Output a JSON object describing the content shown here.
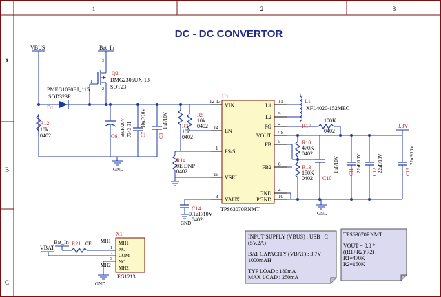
{
  "title": "DC - DC CONVERTOR",
  "border": {
    "columns": [
      "1",
      "2",
      "3"
    ],
    "rows": [
      "A",
      "B",
      "C"
    ]
  },
  "nets": {
    "vbus": "VBUS",
    "bat_in": "Bat_In",
    "bat_in2": "Bat_In",
    "vbat": "VBAT",
    "v33": "+3.3V"
  },
  "parts": {
    "q2": {
      "ref": "Q2",
      "value": "DMG2305UX-13",
      "pkg": "SOT23"
    },
    "d1": {
      "ref": "D1",
      "value": "PMEG1030EJ_115",
      "pkg": "SOD323F"
    },
    "r12": {
      "ref": "R12",
      "value": "10k",
      "pkg": "0402"
    },
    "c6": {
      "ref": "C6",
      "value": "68uF/20V",
      "pkg": "7343-31"
    },
    "c7": {
      "ref": "C7",
      "value": "10uF/10V"
    },
    "c8": {
      "ref": "C8",
      "value": "1uF/10V"
    },
    "r5": {
      "ref": "R5",
      "value": "10k",
      "pkg": "0402"
    },
    "r7": {
      "ref": "R7",
      "value": "10k",
      "pkg": "0402"
    },
    "r14": {
      "ref": "R14",
      "value": "0E DNP",
      "pkg": "0402"
    },
    "c14": {
      "ref": "C14",
      "value": "0.1uF/10V",
      "pkg": "0402"
    },
    "u1": {
      "ref": "U1",
      "value": "TPS63070RNMT"
    },
    "l1": {
      "ref": "L1",
      "value": "XFL4020-152MEC"
    },
    "r17": {
      "ref": "R17",
      "value": "100K",
      "pkg": "0402"
    },
    "r10": {
      "ref": "R10",
      "value": "470K",
      "pkg": "0402"
    },
    "r13": {
      "ref": "R13",
      "value": "150K",
      "pkg": "0402"
    },
    "c10": {
      "ref": "C10",
      "value": "1uF/10V"
    },
    "c11": {
      "ref": "C11",
      "value": "22uF/10V"
    },
    "c12": {
      "ref": "C12",
      "value": "22uF/10V"
    },
    "c13": {
      "ref": "C13",
      "value": "22uF/10V"
    },
    "r21": {
      "ref": "R21",
      "value": "0E"
    },
    "x1": {
      "ref": "X1",
      "value": "EG1213"
    }
  },
  "u1_pins": {
    "vin": "VIN",
    "en": "EN",
    "pss": "PS/S",
    "vsel": "VSEL",
    "vaux": "VAUX",
    "l1": "L1",
    "l2": "L2",
    "pg": "PG",
    "vout": "VOUT",
    "fb": "FB",
    "fb2": "FB2",
    "gnd": "GND",
    "pgnd": "PGND"
  },
  "u1_pin_numbers": {
    "vin": "12-13",
    "en": "14",
    "pss": "1",
    "vsel": "15",
    "vaux": "3",
    "l1": "11",
    "l2": "9",
    "pg": "2",
    "vout": "7-8",
    "fb": "5",
    "fb2": "6",
    "gnd": "4",
    "pgnd": "10"
  },
  "x1_pins": {
    "mh1": "MH1",
    "no": "NO",
    "com": "COM",
    "nc": "NC",
    "mh2": "MH2",
    "mh1_out": "MH1",
    "mh2_out": "MH2",
    "n1": "1",
    "n2": "2",
    "n3": "3"
  },
  "q2_pins": {
    "p1": "1",
    "p2": "2",
    "p3": "3"
  },
  "gnd_label": "GND",
  "notes": {
    "supply": {
      "line1": "INPUT SUPPLY (VBUS) : USB _C",
      "line2": "(5V,2A)",
      "line3": "BAT CAPACITY (VBAT) : 3.7V",
      "line4": "1000mAH",
      "line5": "TYP LOAD : 180mA",
      "line6": "MAX LOAD : 250mA"
    },
    "formula": {
      "line1": "TPS63070RNMT :",
      "line2": "VOUT = 0.8 *",
      "line3": "((R1+R2)/R2)",
      "line4": "R1=470K",
      "line5": "R2=150K"
    }
  },
  "colors": {
    "wire": "#1f3aa8",
    "refdes": "#c0201c",
    "ic_fill": "#fdf8c8",
    "note_fill": "#dcdaf0",
    "frame": "#7a1010"
  }
}
